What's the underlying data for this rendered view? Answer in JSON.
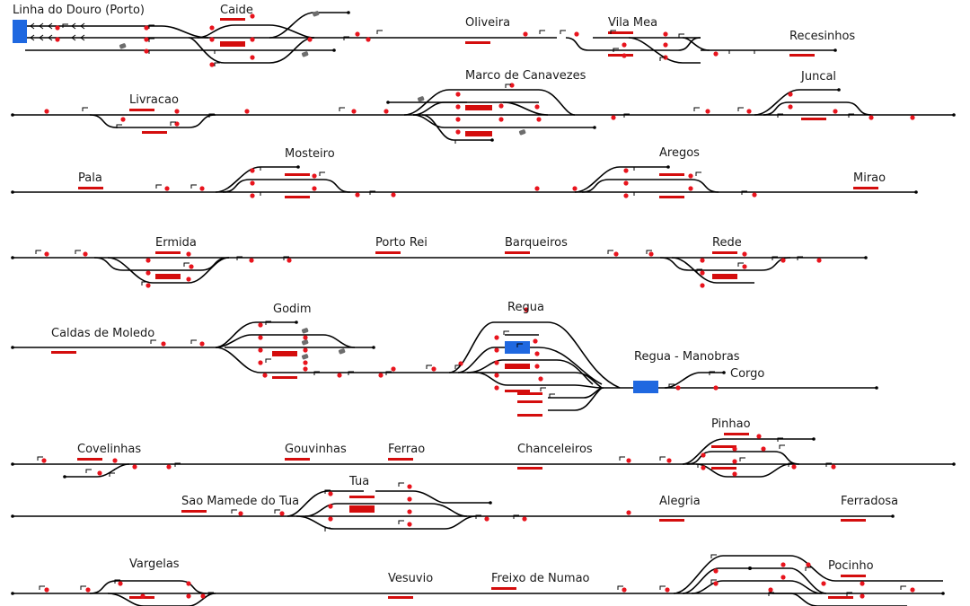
{
  "diagram": {
    "line_title": "Linha do Douro (Porto)",
    "stations": [
      {
        "id": "caide",
        "name": "Caide"
      },
      {
        "id": "oliveira",
        "name": "Oliveira"
      },
      {
        "id": "vila-mea",
        "name": "Vila Mea"
      },
      {
        "id": "recesinhos",
        "name": "Recesinhos"
      },
      {
        "id": "marco",
        "name": "Marco de Canavezes"
      },
      {
        "id": "livracao",
        "name": "Livracao"
      },
      {
        "id": "juncal",
        "name": "Juncal"
      },
      {
        "id": "mosteiro",
        "name": "Mosteiro"
      },
      {
        "id": "aregos",
        "name": "Aregos"
      },
      {
        "id": "pala",
        "name": "Pala"
      },
      {
        "id": "mirao",
        "name": "Mirao"
      },
      {
        "id": "ermida",
        "name": "Ermida"
      },
      {
        "id": "porto-rei",
        "name": "Porto Rei"
      },
      {
        "id": "barqueiros",
        "name": "Barqueiros"
      },
      {
        "id": "rede",
        "name": "Rede"
      },
      {
        "id": "godim",
        "name": "Godim"
      },
      {
        "id": "regua",
        "name": "Regua"
      },
      {
        "id": "caldas",
        "name": "Caldas de Moledo"
      },
      {
        "id": "regua-manobras",
        "name": "Regua - Manobras"
      },
      {
        "id": "corgo",
        "name": "Corgo"
      },
      {
        "id": "pinhao",
        "name": "Pinhao"
      },
      {
        "id": "covelinhas",
        "name": "Covelinhas"
      },
      {
        "id": "gouvinhas",
        "name": "Gouvinhas"
      },
      {
        "id": "ferrao",
        "name": "Ferrao"
      },
      {
        "id": "chanceleiros",
        "name": "Chanceleiros"
      },
      {
        "id": "tua",
        "name": "Tua"
      },
      {
        "id": "sao-mamede",
        "name": "Sao Mamede do Tua"
      },
      {
        "id": "alegria",
        "name": "Alegria"
      },
      {
        "id": "ferradosa",
        "name": "Ferradosa"
      },
      {
        "id": "vargelas",
        "name": "Vargelas"
      },
      {
        "id": "vesuvio",
        "name": "Vesuvio"
      },
      {
        "id": "freixo",
        "name": "Freixo de Numao"
      },
      {
        "id": "pocinho",
        "name": "Pocinho"
      }
    ],
    "colors": {
      "track": "#000000",
      "signal": "#e8141d",
      "platform": "#d40d0d",
      "occupied": "#1f68e0",
      "wagon": "#6d6d6d",
      "background": "#ffffff"
    },
    "icons": [
      "signal-icon",
      "platform-marker",
      "train-occupancy",
      "wagon-icon",
      "buffer-stop-icon"
    ]
  }
}
